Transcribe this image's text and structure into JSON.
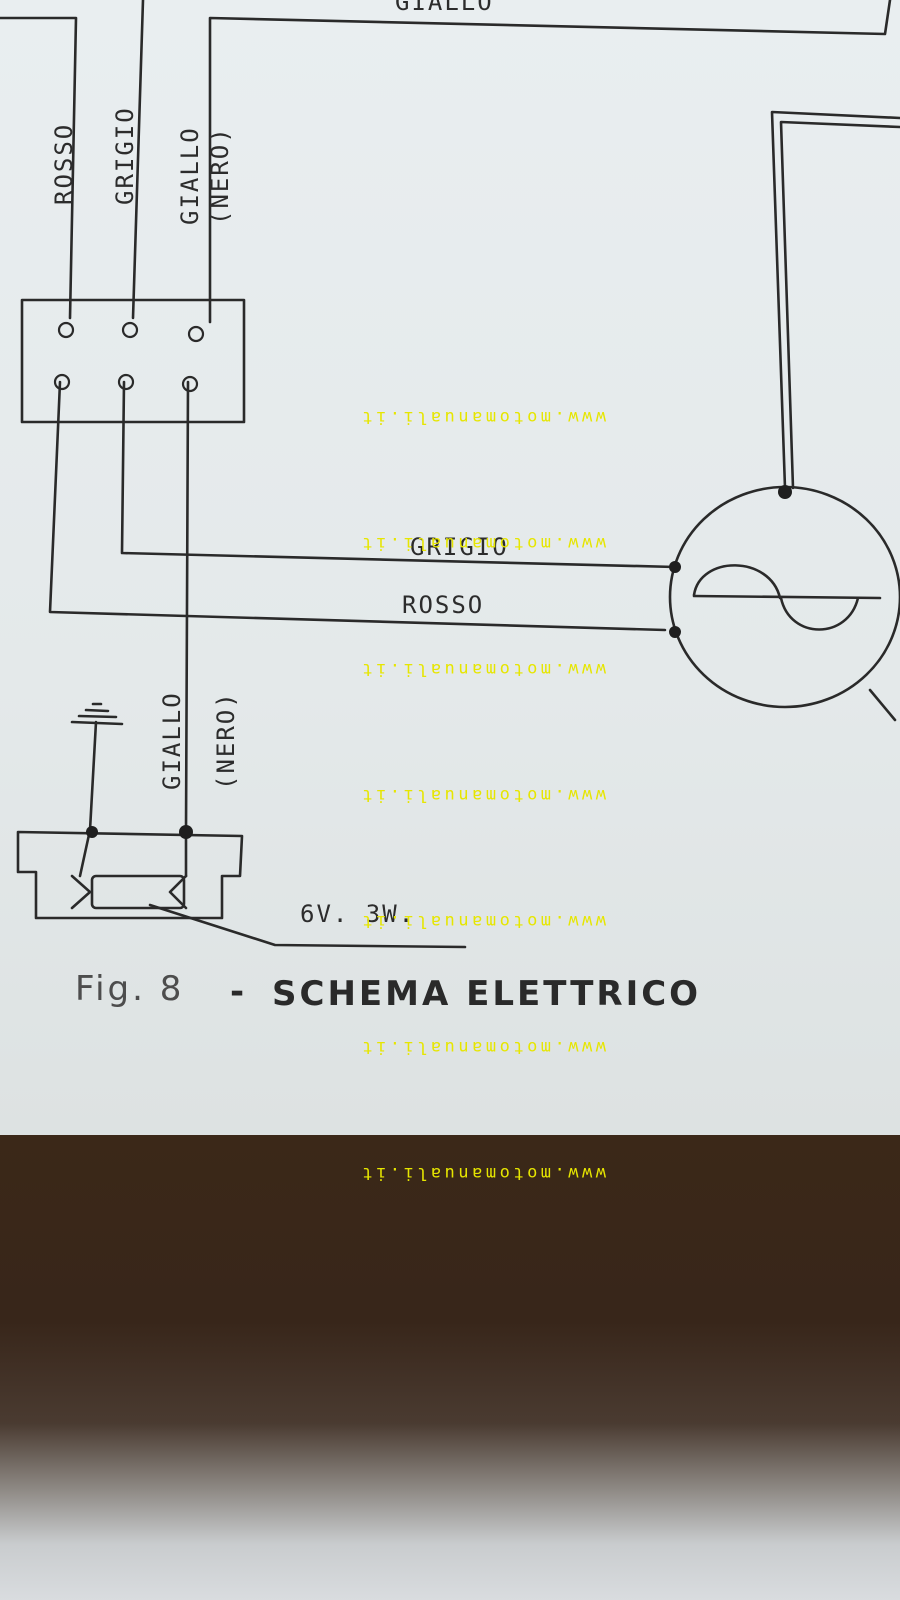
{
  "diagram": {
    "wire_labels": {
      "top_giallo": "GIALLO",
      "rosso_vertical": "ROSSO",
      "grigio_vertical": "GRIGIO",
      "giallo_vertical": "GIALLO",
      "nero_vertical": "(NERO)",
      "grigio_horizontal": "GRIGIO",
      "rosso_horizontal": "ROSSO",
      "giallo_lower": "GIALLO",
      "nero_lower": "(NERO)"
    },
    "bulb_rating": "6V. 3W."
  },
  "caption": {
    "figure": "Fig. 8",
    "dash": "-",
    "title": "SCHEMA ELETTRICO"
  },
  "watermark": "www.motomanuali.it"
}
